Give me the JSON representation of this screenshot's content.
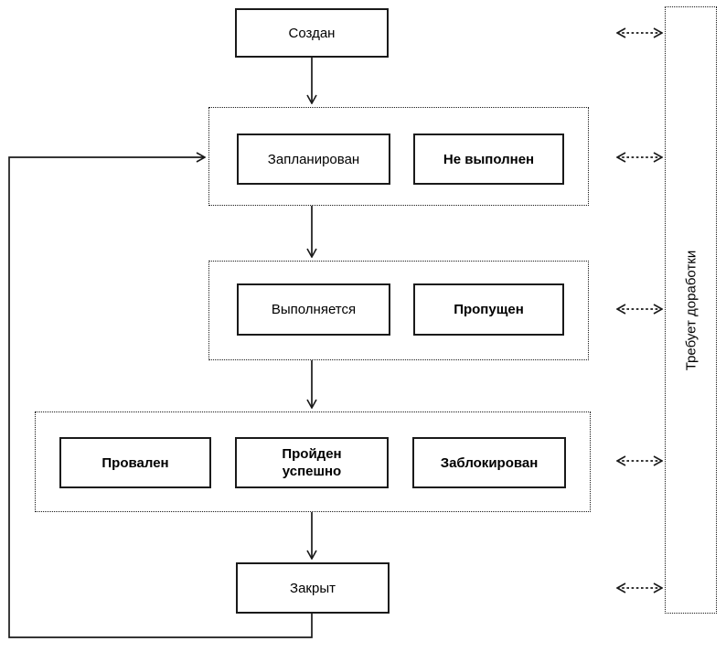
{
  "nodes": {
    "created": "Создан",
    "planned": "Запланирован",
    "not_executed": "Не выполнен",
    "in_progress": "Выполняется",
    "skipped": "Пропущен",
    "failed": "Провален",
    "passed_successfully": "Пройден успешно",
    "blocked": "Заблокирован",
    "closed": "Закрыт",
    "needs_rework": "Требует доработки"
  },
  "edges": [
    {
      "from": "created",
      "to": "planned-stage",
      "style": "solid-arrow"
    },
    {
      "from": "planned-stage",
      "to": "execution-stage",
      "style": "solid-arrow"
    },
    {
      "from": "execution-stage",
      "to": "result-stage",
      "style": "solid-arrow"
    },
    {
      "from": "result-stage",
      "to": "closed",
      "style": "solid-arrow"
    },
    {
      "from": "closed",
      "to": "planned-stage",
      "style": "solid-arrow-loop-left"
    },
    {
      "from": "needs-rework-panel",
      "to": "created",
      "style": "dashed-double-arrow"
    },
    {
      "from": "needs-rework-panel",
      "to": "planned-stage",
      "style": "dashed-double-arrow"
    },
    {
      "from": "needs-rework-panel",
      "to": "execution-stage",
      "style": "dashed-double-arrow"
    },
    {
      "from": "needs-rework-panel",
      "to": "result-stage",
      "style": "dashed-double-arrow"
    },
    {
      "from": "needs-rework-panel",
      "to": "closed",
      "style": "dashed-double-arrow"
    }
  ],
  "colors": {
    "line": "#000000",
    "background": "#ffffff"
  }
}
